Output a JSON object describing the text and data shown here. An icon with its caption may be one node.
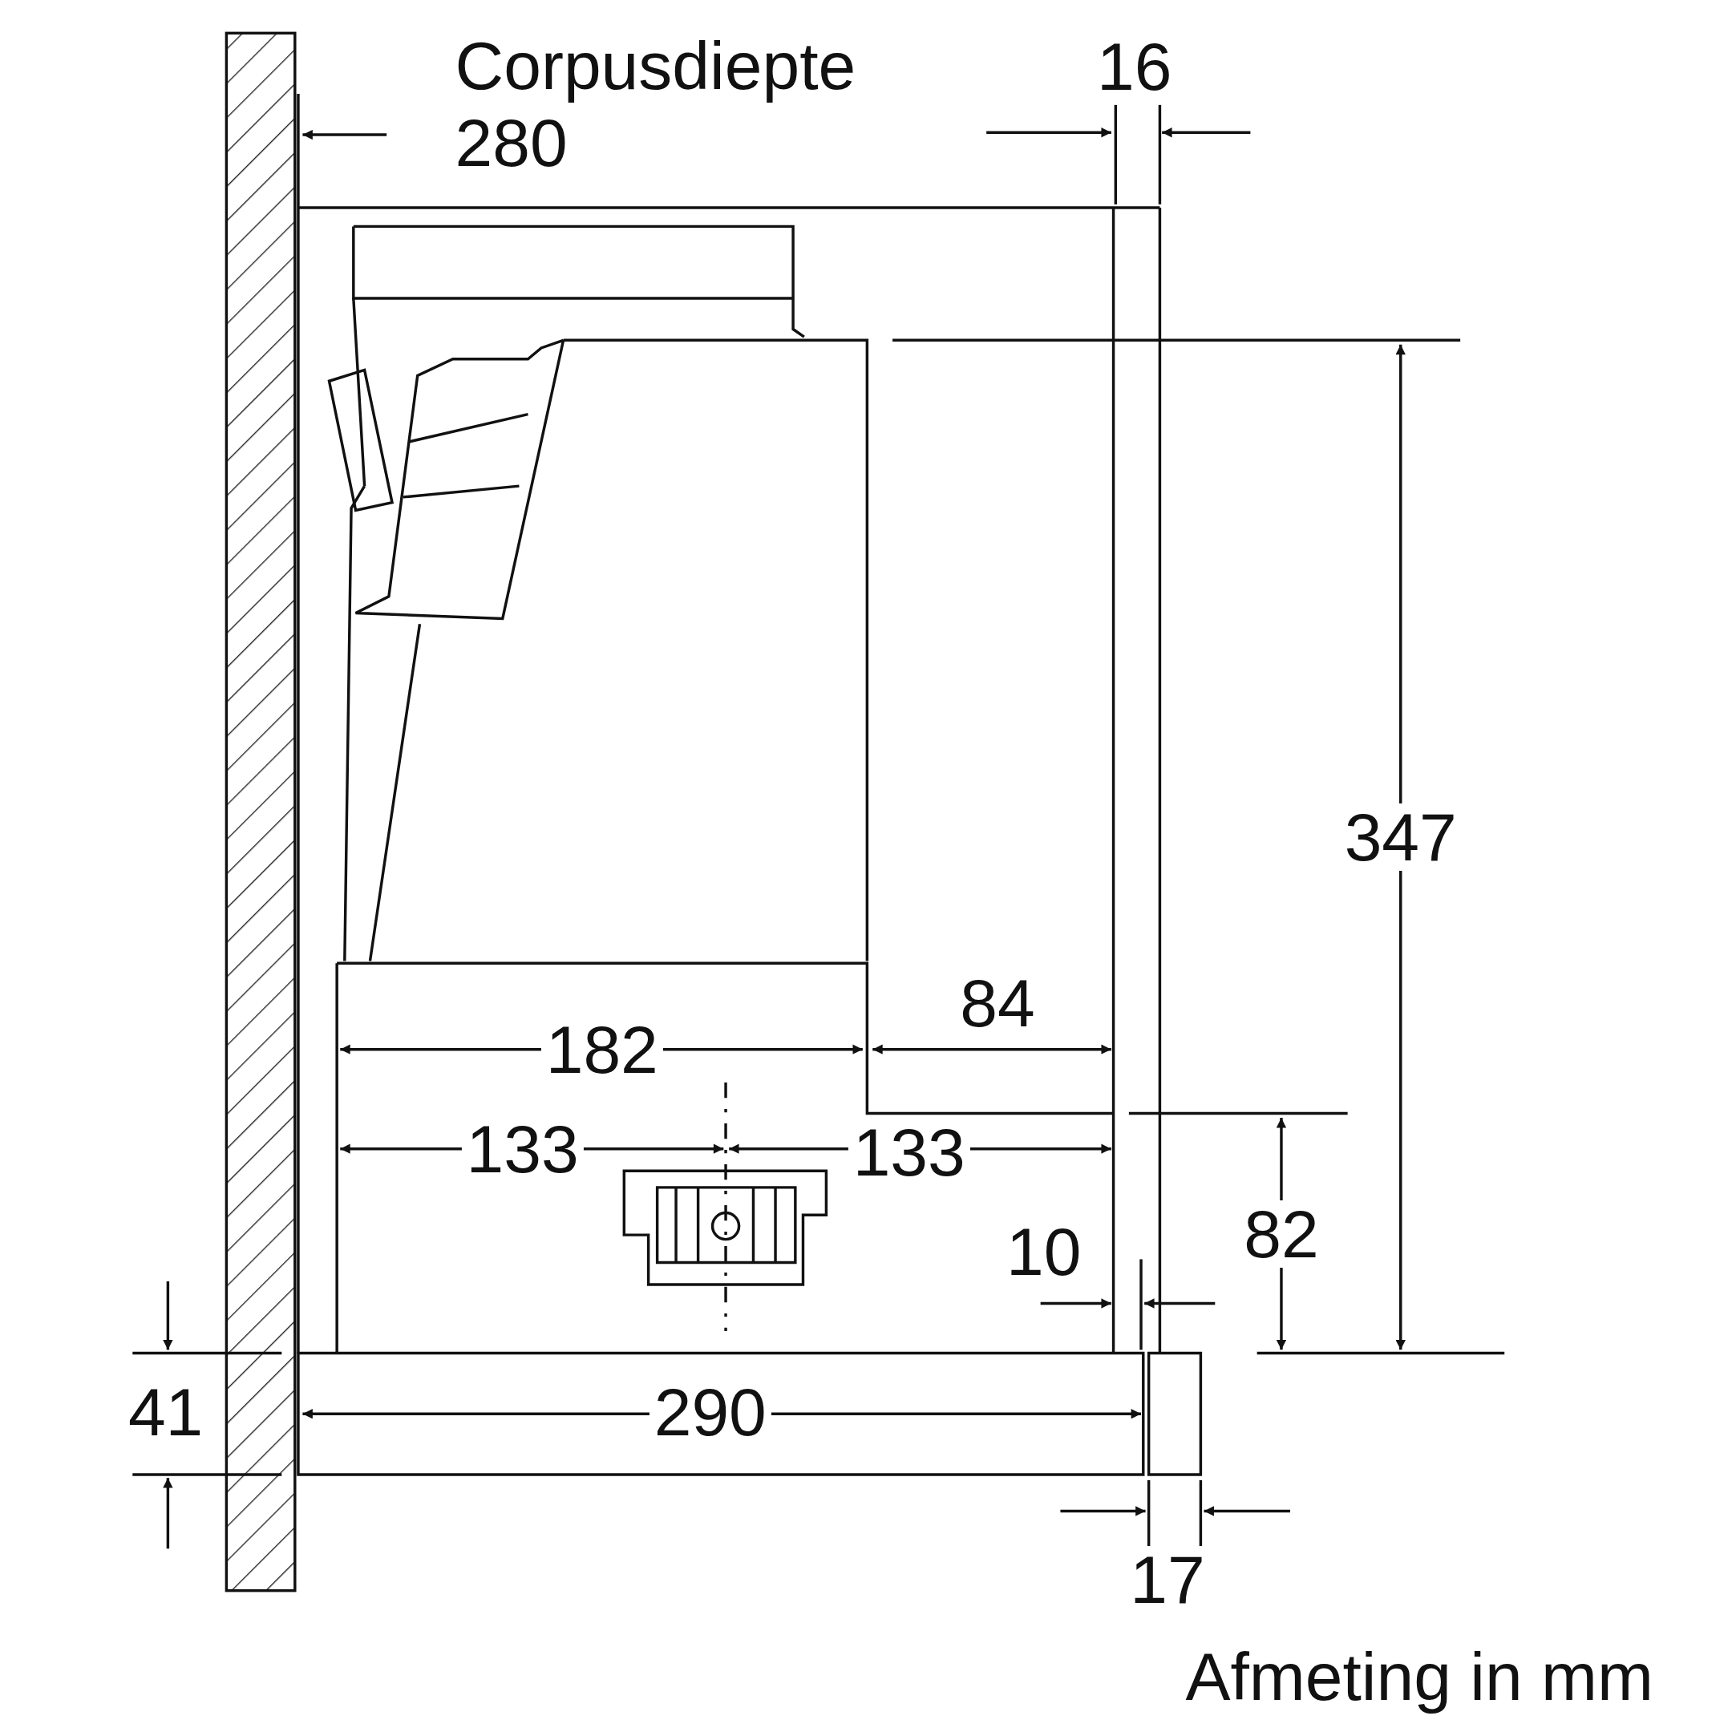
{
  "diagram": {
    "caption": "Afmeting in mm",
    "labels": [
      "Corpusdiepte 280",
      "16",
      "347",
      "84",
      "182",
      "133",
      "133",
      "10",
      "82",
      "41",
      "290",
      "17"
    ]
  }
}
